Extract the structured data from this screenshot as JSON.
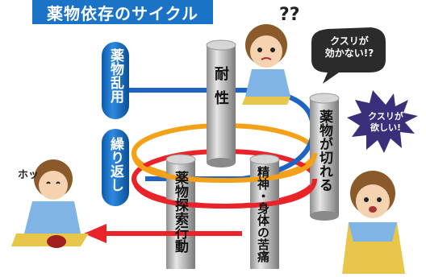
{
  "title": "薬物依存のサイクル",
  "stages": {
    "drug_abuse": "薬物乱用",
    "repeat": "繰り返し",
    "tolerance": "耐性",
    "drug_seeking": "薬物探索行動",
    "withdrawal": "精神・身体の苦痛",
    "wearing_off": "薬物が切れる"
  },
  "bubbles": {
    "not_working": [
      "クスリが",
      "効かない!?"
    ],
    "want_more": [
      "クスリが",
      "欲しい!"
    ]
  },
  "sfx": {
    "relief": "ホッ",
    "confused": "??"
  },
  "colors": {
    "title_bg": "#1a73c6",
    "blue_ring": "#1f63c4",
    "orange_ring": "#f4a11a",
    "red_ring": "#e8242a",
    "pill_blue": "#1a73c6",
    "cylinder_gray": "#bdbdbd"
  }
}
